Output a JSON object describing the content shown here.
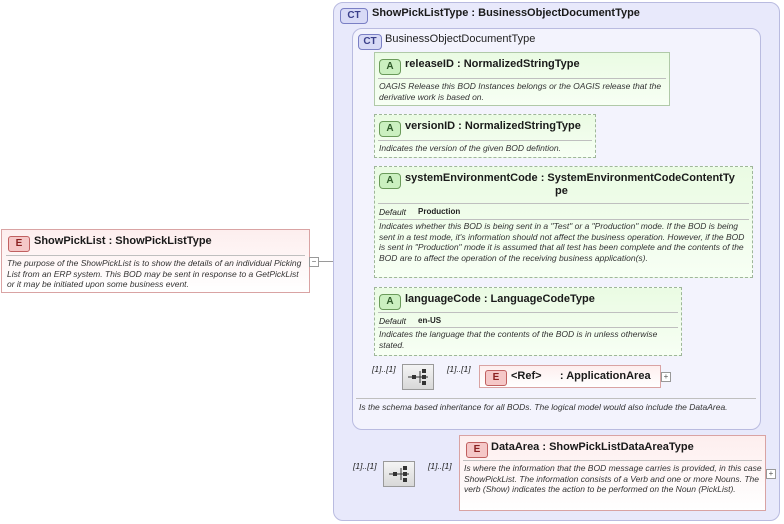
{
  "root": {
    "badge": "E",
    "title": "ShowPickList : ShowPickListType",
    "description": "The purpose of the ShowPickList is to show the details of an individual Picking List from an ERP system.  This BOD may be sent in response to a GetPickList or it may be initiated upon some business event."
  },
  "complex_type": {
    "badge": "CT",
    "title": "ShowPickListType : BusinessObjectDocumentType"
  },
  "base_type": {
    "badge": "CT",
    "title": "BusinessObjectDocumentType",
    "description": "Is the schema based inheritance for all BODs. The logical model would also include the DataArea."
  },
  "attributes": [
    {
      "badge": "A",
      "title": "releaseID : NormalizedStringType",
      "description": "OAGIS Release this BOD Instances belongs or the OAGIS release that the derivative work is based on."
    },
    {
      "badge": "A",
      "title": "versionID : NormalizedStringType",
      "description": "Indicates the version of the given BOD defintion."
    },
    {
      "badge": "A",
      "title_line1": "systemEnvironmentCode : SystemEnvironmentCodeContentTy",
      "title_line2": "pe",
      "default_label": "Default",
      "default_value": "Production",
      "description": "Indicates whether this BOD is being sent in a \"Test\" or a \"Production\" mode. If the BOD is being sent in a test mode, it's information should not affect the business operation. However, if the BOD is sent in \"Production\" mode it is assumed that all test has been complete and the contents of the BOD are to affect the operation of the receiving business application(s)."
    },
    {
      "badge": "A",
      "title": "languageCode : LanguageCodeType",
      "default_label": "Default",
      "default_value": "en-US",
      "description": "Indicates the language that the contents of the BOD is in unless otherwise stated."
    }
  ],
  "app_area_ref": {
    "badge": "E",
    "title": "<Ref>      : ApplicationArea",
    "card_left": "[1]..[1]",
    "card_right": "[1]..[1]"
  },
  "data_area": {
    "badge": "E",
    "title": "DataArea : ShowPickListDataAreaType",
    "description": "Is where the information that the BOD message carries is provided, in this case ShowPickList. The information consists of a Verb and one or more Nouns. The verb (Show) indicates the action to be performed on the Noun (PickList).",
    "card_left": "[1]..[1]",
    "card_right": "[1]..[1]"
  },
  "colors": {
    "element_border": "#d9a3a3",
    "attribute_border": "#b0c9a8",
    "complex_type_bg": "#e8e9fb"
  }
}
